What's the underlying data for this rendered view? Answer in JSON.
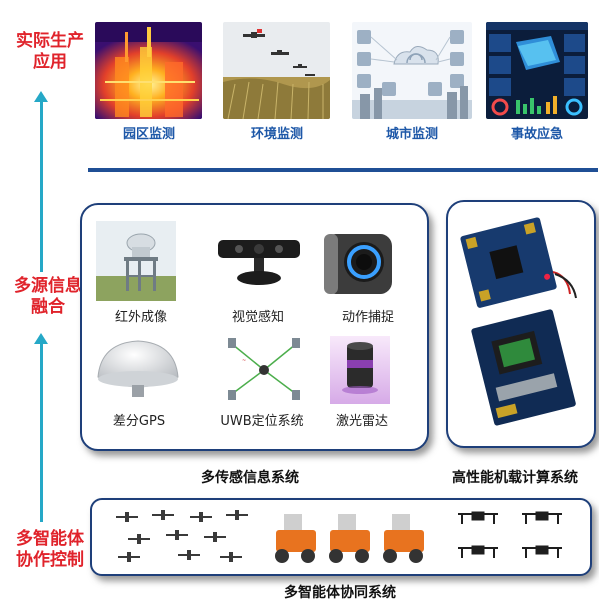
{
  "left_labels": {
    "application": [
      "实际生产",
      "应用"
    ],
    "fusion": [
      "多源信息",
      "融合"
    ],
    "control": [
      "多智能体",
      "协作控制"
    ]
  },
  "applications": [
    {
      "label": "园区监测",
      "icon": "thermal-park-image"
    },
    {
      "label": "环境监测",
      "icon": "drone-farmland-image"
    },
    {
      "label": "城市监测",
      "icon": "smart-city-image"
    },
    {
      "label": "事故应急",
      "icon": "emergency-dashboard-image"
    }
  ],
  "sensors": [
    {
      "label": "红外成像",
      "icon": "infrared-camera-image"
    },
    {
      "label": "视觉感知",
      "icon": "depth-camera-image"
    },
    {
      "label": "动作捕捉",
      "icon": "motion-capture-camera-image"
    },
    {
      "label": "差分GPS",
      "icon": "gps-antenna-image"
    },
    {
      "label": "UWB定位系统",
      "icon": "uwb-network-image"
    },
    {
      "label": "激光雷达",
      "icon": "lidar-image"
    }
  ],
  "sections": {
    "sensing": "多传感信息系统",
    "computing": "高性能机载计算系统",
    "cooperation": "多智能体协同系统"
  },
  "colors": {
    "label_red": "#e0232b",
    "arrow_teal": "#25a8c7",
    "app_label_blue": "#1e58a8",
    "box_border": "#1e3f7a"
  }
}
